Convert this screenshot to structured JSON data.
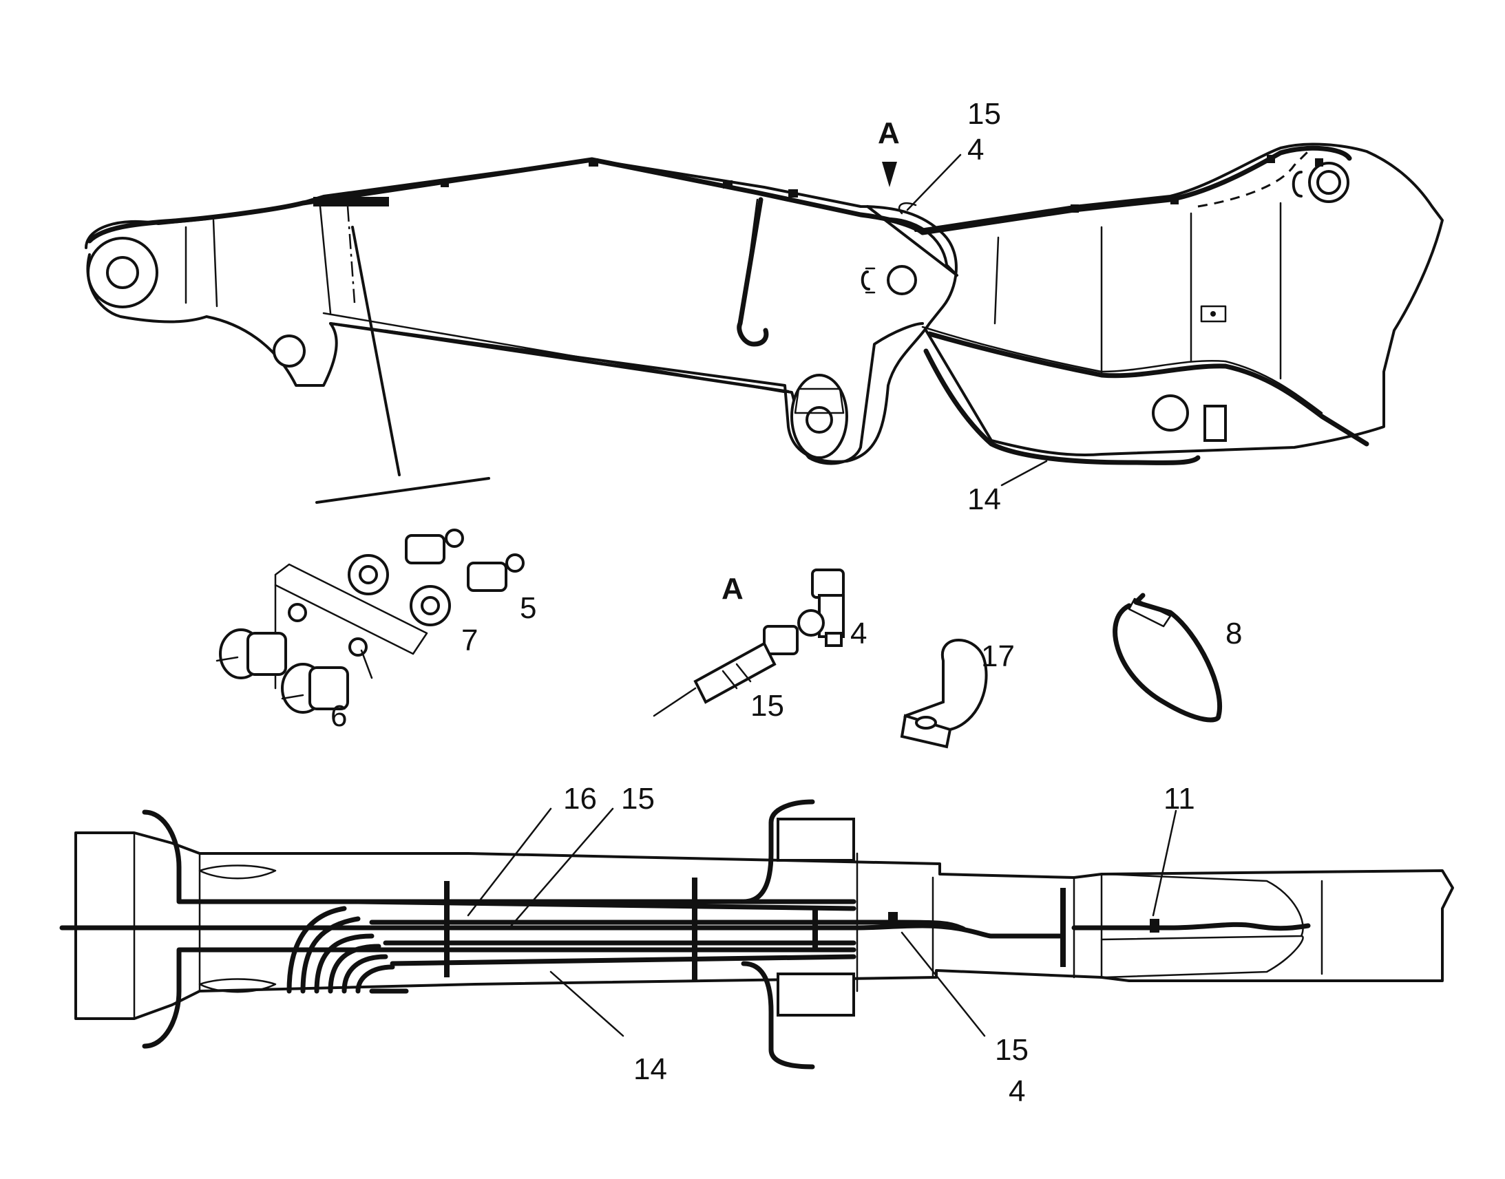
{
  "callouts": {
    "top_15": "15",
    "top_4": "4",
    "top_A": "A",
    "top_14": "14",
    "mid_5": "5",
    "mid_7": "7",
    "mid_6": "6",
    "detail_A": "A",
    "detail_4": "4",
    "detail_15": "15",
    "clamp_17": "17",
    "strap_8": "8",
    "bot_16": "16",
    "bot_15a": "15",
    "bot_11": "11",
    "bot_14": "14",
    "bot_15b": "15",
    "bot_4": "4"
  },
  "icons": {
    "view_arrow": "arrow-down-icon"
  }
}
